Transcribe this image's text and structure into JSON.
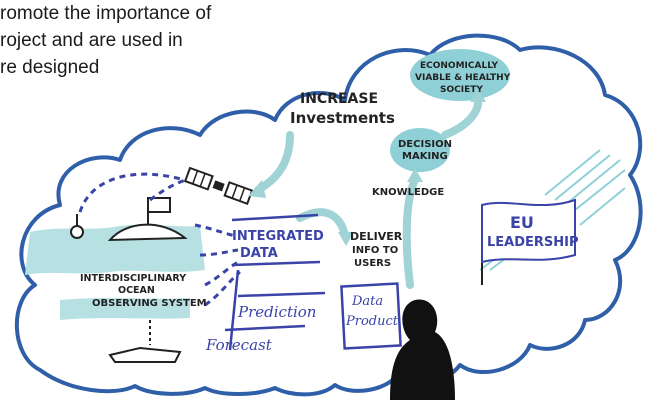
{
  "intro_text": {
    "line1": "romote the importance of",
    "line2": "roject and are used in",
    "line3": "re designed"
  },
  "diagram": {
    "invest_line1": "INCREASE",
    "invest_line2": "Investments",
    "economy_line1": "ECONOMICALLY",
    "economy_line2": "VIABLE & HEALTHY",
    "economy_line3": "SOCIETY",
    "decision_line1": "DECISION",
    "decision_line2": "MAKING",
    "knowledge": "KNOWLEDGE",
    "eu_line1": "EU",
    "eu_line2": "LEADERSHIP",
    "integrated_line1": "INTEGRATED",
    "integrated_line2": "DATA",
    "deliver_line1": "DELIVER",
    "deliver_line2": "INFO TO",
    "deliver_line3": "USERS",
    "observing_line1": "INTERDISCIPLINARY",
    "observing_line2": "OCEAN",
    "observing_line3": "OBSERVING SYSTEM",
    "prediction": "Prediction",
    "forecast": "Forecast",
    "product_line1": "Data",
    "product_line2": "Product"
  },
  "colors": {
    "ink": "#222222",
    "cloud_blue": "#2f5fa8",
    "teal": "#8fd0d6",
    "arrow_teal": "#9fd3d6",
    "text_blue": "#3a43a8"
  }
}
